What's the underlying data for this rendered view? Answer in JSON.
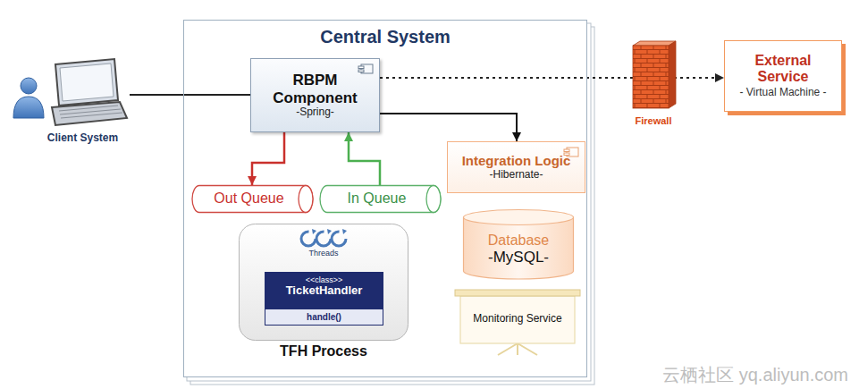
{
  "diagram": {
    "nodes": [
      {
        "text": [
          "Client System"
        ]
      },
      {
        "text": [
          "Central System"
        ]
      },
      {
        "text": [
          "RBPM Component",
          "-Spring-"
        ],
        "in": 1
      },
      {
        "text": [
          "Out Queue"
        ],
        "in": 1
      },
      {
        "text": [
          "In Queue"
        ],
        "in": 1
      },
      {
        "text": [
          "Integration Logic",
          "-Hibernate-"
        ],
        "in": 1
      },
      {
        "text": [
          "Database",
          "-MySQL-"
        ],
        "in": 1
      },
      {
        "text": [
          "Threads",
          "TFH Process"
        ],
        "in": 1
      },
      {
        "text": [
          "<<class>>",
          "TicketHandler",
          "handle()"
        ],
        "in": 7
      },
      {
        "text": [
          "Monitoring Service"
        ],
        "in": 1
      },
      {
        "text": [
          "Firewall"
        ]
      },
      {
        "text": [
          "External Service",
          "- Virtual Machine -"
        ]
      }
    ],
    "edges": [
      {
        "from": 0,
        "to": 2,
        "arrow": "none"
      },
      {
        "from": 2,
        "to": 3,
        "arrow": "to"
      },
      {
        "from": 4,
        "to": 2,
        "arrow": "to"
      },
      {
        "from": 2,
        "to": 5,
        "arrow": "to"
      },
      {
        "from": 2,
        "to": 11,
        "arrow": "to"
      }
    ],
    "labels": [
      "云栖社区 yq.aliyun.com"
    ]
  }
}
